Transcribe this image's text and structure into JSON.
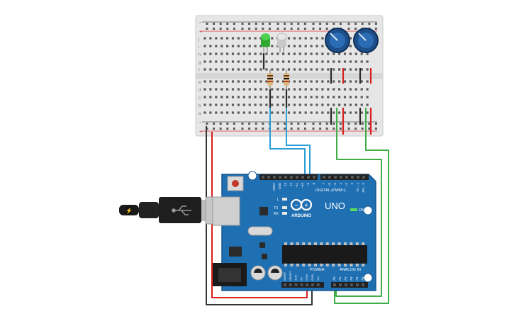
{
  "breadboard": {
    "row_letters_top": [
      "j",
      "i",
      "h",
      "g",
      "f"
    ],
    "row_letters_bottom": [
      "e",
      "d",
      "c",
      "b",
      "a"
    ],
    "rail_plus": "+",
    "rail_minus": "-"
  },
  "arduino": {
    "brand": "ARDUINO",
    "model": "UNO",
    "digital_header_label": "DIGITAL (PWM~)",
    "power_label": "POWER",
    "analog_label": "ANALOG IN",
    "on_label": "ON",
    "l_label": "L",
    "tx_label": "TX",
    "rx_label": "RX",
    "digital_pins": [
      "AREF",
      "GND",
      "13",
      "12",
      "~11",
      "~10",
      "~9",
      "8",
      "7",
      "~6",
      "~5",
      "4",
      "~3",
      "2",
      "TX→ 1",
      "RX← 0"
    ],
    "power_pins": [
      "IOREF",
      "RESET",
      "3.3V",
      "5V",
      "GND",
      "GND",
      "Vin"
    ],
    "analog_pins": [
      "A0",
      "A1",
      "A2",
      "A3",
      "A4",
      "A5"
    ]
  },
  "colors": {
    "board_blue": "#1f6fb3",
    "breadboard": "#e8e8e8",
    "wire_red": "#d81f1f",
    "wire_black": "#333333",
    "wire_blue": "#2a9fd6",
    "wire_green": "#3fae49",
    "led_green": "#3cc43c",
    "led_white": "#d8d8d8"
  }
}
